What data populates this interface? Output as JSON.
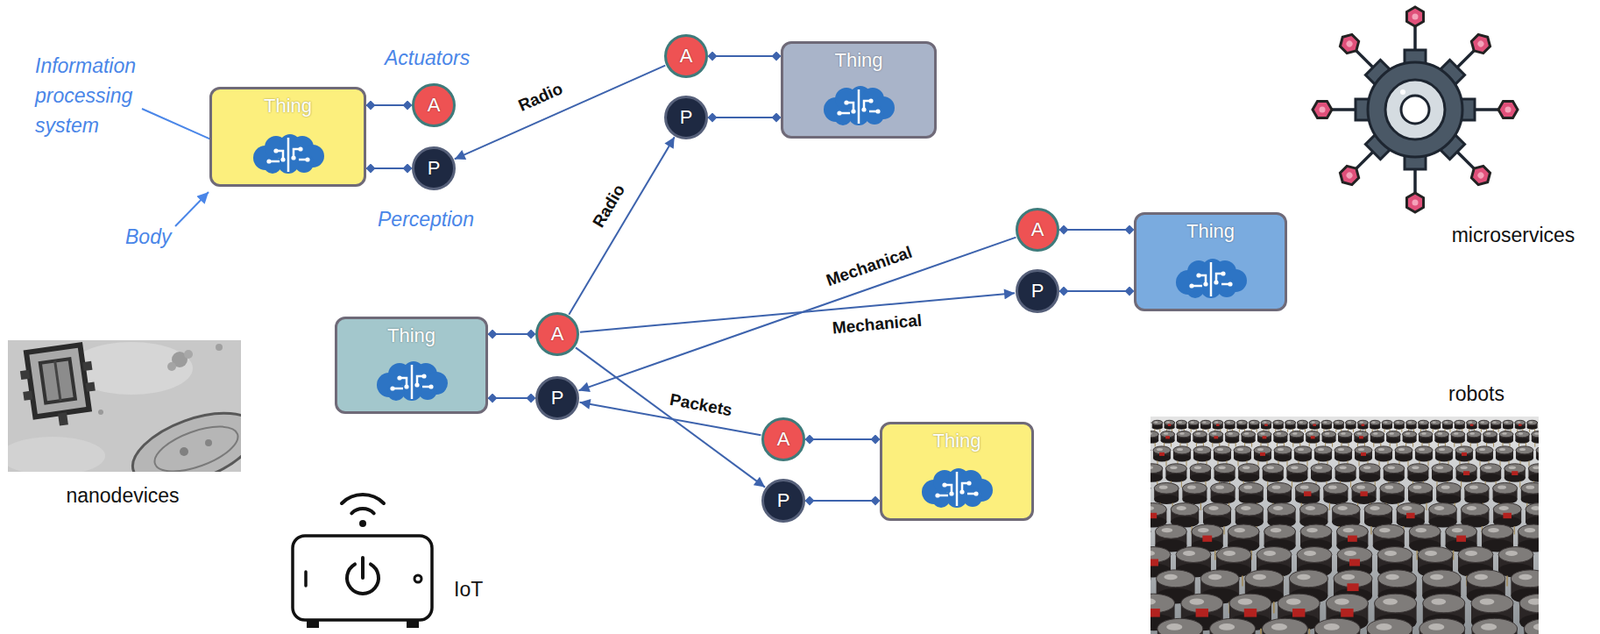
{
  "diagram": {
    "nodes": [
      {
        "text": [
          "Thing"
        ]
      },
      {
        "text": [
          "A"
        ]
      },
      {
        "text": [
          "P"
        ]
      },
      {
        "text": [
          "A"
        ]
      },
      {
        "text": [
          "P"
        ]
      },
      {
        "text": [
          "Thing"
        ]
      },
      {
        "text": [
          "Thing"
        ]
      },
      {
        "text": [
          "A"
        ]
      },
      {
        "text": [
          "P"
        ]
      },
      {
        "text": [
          "A"
        ]
      },
      {
        "text": [
          "P"
        ]
      },
      {
        "text": [
          "Thing"
        ]
      },
      {
        "text": [
          "A"
        ]
      },
      {
        "text": [
          "P"
        ]
      },
      {
        "text": [
          "Thing"
        ]
      }
    ],
    "edges": [
      {
        "from": 0,
        "to": 1,
        "arrow": "none"
      },
      {
        "from": 0,
        "to": 2,
        "arrow": "none"
      },
      {
        "from": 5,
        "to": 3,
        "arrow": "none"
      },
      {
        "from": 5,
        "to": 4,
        "arrow": "none"
      },
      {
        "from": 6,
        "to": 7,
        "arrow": "none"
      },
      {
        "from": 6,
        "to": 8,
        "arrow": "none"
      },
      {
        "from": 11,
        "to": 9,
        "arrow": "none"
      },
      {
        "from": 11,
        "to": 10,
        "arrow": "none"
      },
      {
        "from": 14,
        "to": 12,
        "arrow": "none"
      },
      {
        "from": 14,
        "to": 13,
        "arrow": "none"
      },
      {
        "from": 3,
        "to": 2,
        "label": "Radio",
        "arrow": "to"
      },
      {
        "from": 7,
        "to": 4,
        "label": "Radio",
        "arrow": "to"
      },
      {
        "from": 9,
        "to": 8,
        "label": "Mechanical",
        "arrow": "to"
      },
      {
        "from": 7,
        "to": 10,
        "label": "Mechanical",
        "arrow": "to"
      },
      {
        "from": 12,
        "to": 8,
        "label": "Packets",
        "arrow": "to"
      },
      {
        "from": 7,
        "to": 13,
        "arrow": "to"
      }
    ],
    "labels": [
      "Information processing system",
      "Actuators",
      "Perception",
      "Body",
      "nanodevices",
      "IoT",
      "microservices",
      "robots"
    ]
  }
}
